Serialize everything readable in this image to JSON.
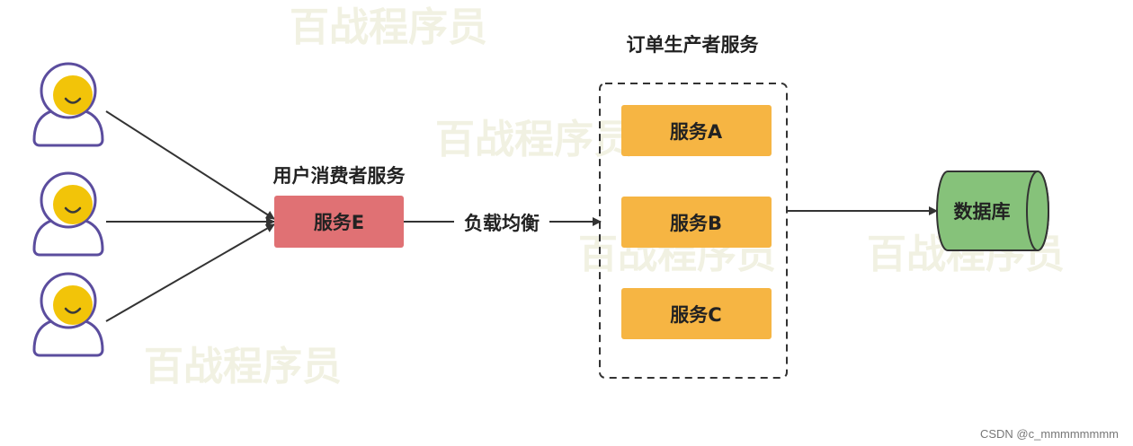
{
  "watermark": "百战程序员",
  "consumer_group_title": "用户消费者服务",
  "producer_group_title": "订单生产者服务",
  "services": {
    "e": "服务E",
    "a": "服务A",
    "b": "服务B",
    "c": "服务C"
  },
  "edge_label": "负载均衡",
  "database_label": "数据库",
  "credit": "CSDN @c_mmmmmmmm",
  "colors": {
    "service_e": "#e07174",
    "service_producer": "#f6b543",
    "database": "#86c27a",
    "user_face": "#f2c409",
    "user_outline": "#5b4d9e",
    "arrow": "#333333"
  },
  "icons": [
    "user-avatar-icon",
    "user-avatar-icon",
    "user-avatar-icon",
    "database-cylinder-icon"
  ]
}
